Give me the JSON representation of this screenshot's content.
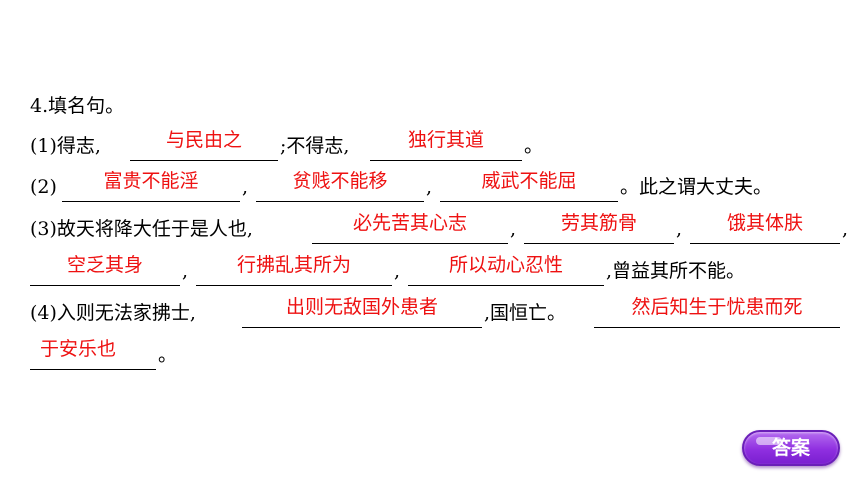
{
  "question": {
    "title": "4.填名句。",
    "line1": {
      "prefix": "(1)得志,",
      "a1": "与民由之",
      "mid": ";不得志,",
      "a2": "独行其道",
      "end": "。"
    },
    "line2": {
      "prefix": "(2)",
      "a1": "富贵不能淫",
      "sep1": ",",
      "a2": "贫贱不能移",
      "sep2": ",",
      "a3": "威武不能屈",
      "end": "。此之谓大丈夫。"
    },
    "line3": {
      "prefix": "(3)故天将降大任于是人也,",
      "a1": "必先苦其心志",
      "sep1": ",",
      "a2": "劳其筋骨",
      "sep2": ",",
      "a3": "饿其体肤",
      "sep3": ","
    },
    "line4": {
      "a1": "空乏其身",
      "sep1": ",",
      "a2": "行拂乱其所为",
      "sep2": ",",
      "a3": "所以动心忍性",
      "end": ",曾益其所不能。"
    },
    "line5": {
      "prefix": "(4)入则无法家拂士,",
      "a1": "出则无敌国外患者",
      "mid": ",国恒亡。",
      "a2_part1": "然后知生于忧患而死"
    },
    "line6": {
      "a2_part2": "于安乐也",
      "end": "。"
    }
  },
  "answer_button": {
    "label": "答案"
  },
  "colors": {
    "answer_text": "#ee1111",
    "button": "#8f2fe0"
  }
}
